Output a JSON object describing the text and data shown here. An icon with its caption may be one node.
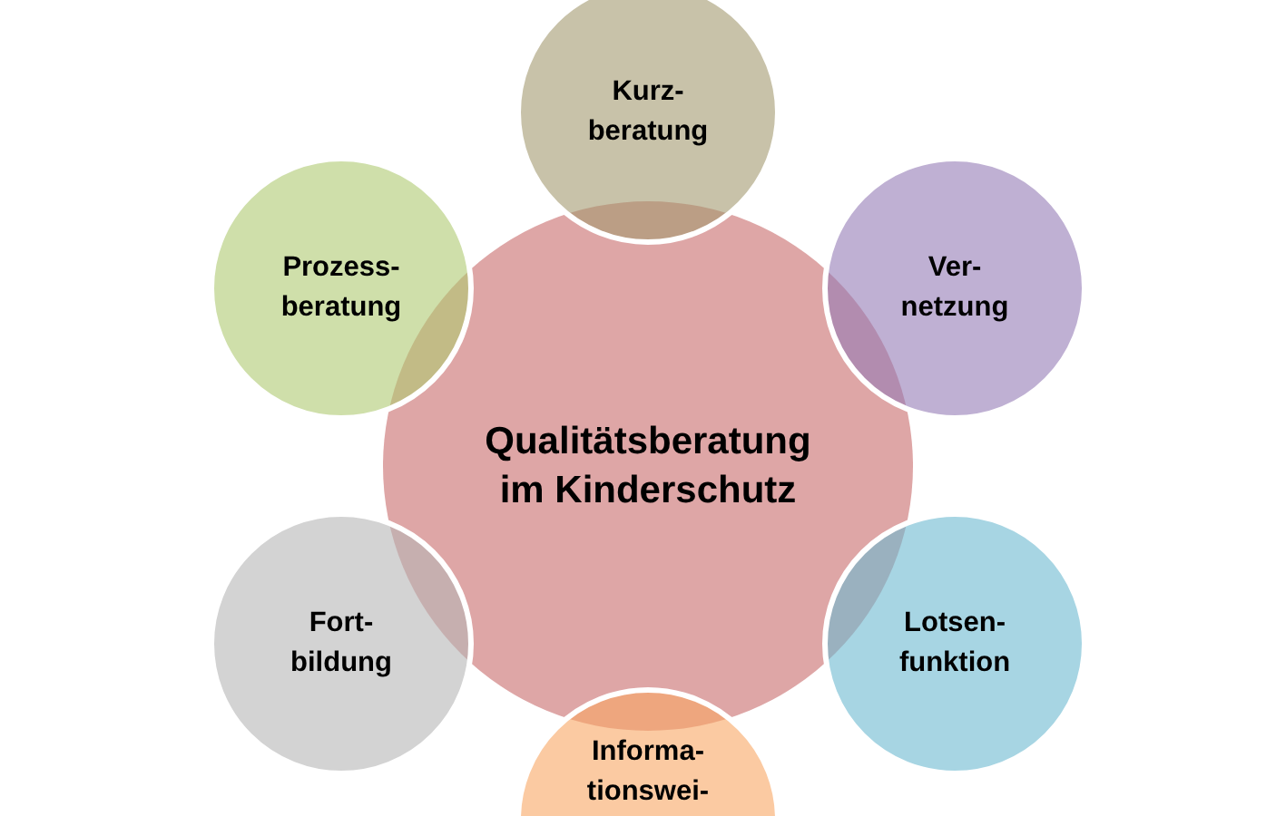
{
  "diagram": {
    "nodes": [
      {
        "text": [
          "Qualitätsberatung im Kinderschutz"
        ]
      },
      {
        "text": [
          "Kurz- beratung"
        ]
      },
      {
        "text": [
          "Ver- netzung"
        ]
      },
      {
        "text": [
          "Lotsen- funktion"
        ]
      },
      {
        "text": [
          "Informa- tionswei-"
        ]
      },
      {
        "text": [
          "Fort- bildung"
        ]
      },
      {
        "text": [
          "Prozess- beratung"
        ]
      }
    ]
  }
}
